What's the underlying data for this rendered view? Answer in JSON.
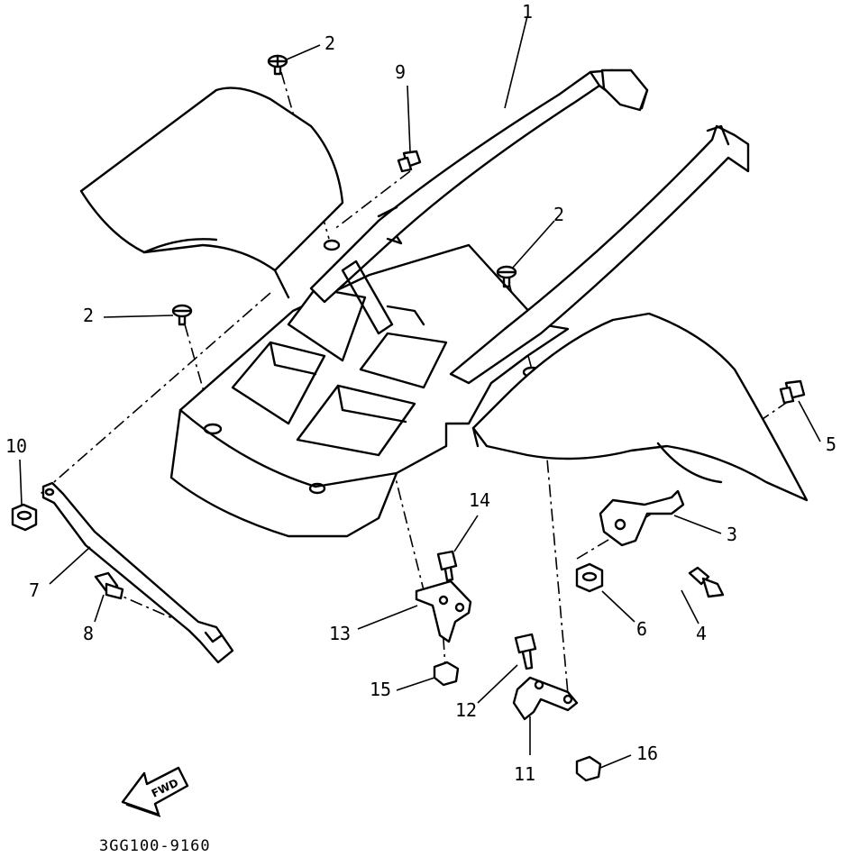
{
  "diagram": {
    "part_code": "3GG100-9160",
    "fwd_label": "FWD",
    "callouts": [
      {
        "id": "c1",
        "text": "1"
      },
      {
        "id": "c2a",
        "text": "2"
      },
      {
        "id": "c2b",
        "text": "2"
      },
      {
        "id": "c2c",
        "text": "2"
      },
      {
        "id": "c3",
        "text": "3"
      },
      {
        "id": "c4",
        "text": "4"
      },
      {
        "id": "c5",
        "text": "5"
      },
      {
        "id": "c6",
        "text": "6"
      },
      {
        "id": "c7",
        "text": "7"
      },
      {
        "id": "c8",
        "text": "8"
      },
      {
        "id": "c9",
        "text": "9"
      },
      {
        "id": "c10",
        "text": "10"
      },
      {
        "id": "c11",
        "text": "11"
      },
      {
        "id": "c12",
        "text": "12"
      },
      {
        "id": "c13",
        "text": "13"
      },
      {
        "id": "c14",
        "text": "14"
      },
      {
        "id": "c15",
        "text": "15"
      },
      {
        "id": "c16",
        "text": "16"
      }
    ]
  }
}
